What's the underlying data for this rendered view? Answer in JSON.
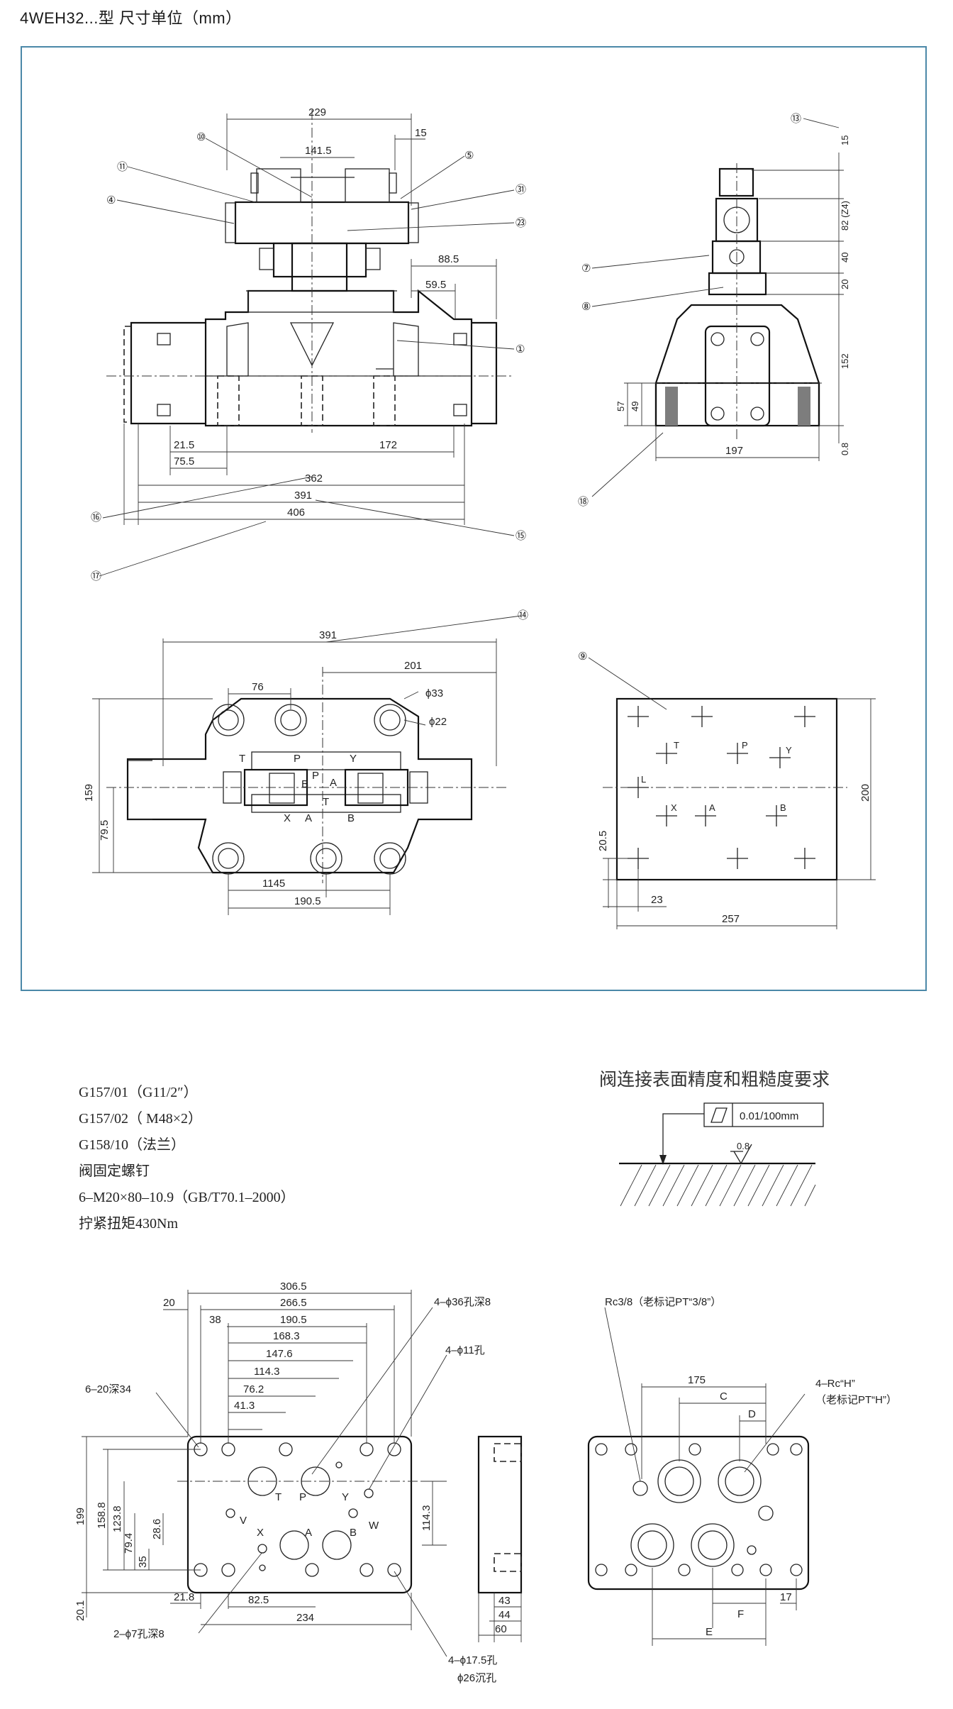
{
  "header": {
    "title": "4WEH32...型     尺寸单位（mm）"
  },
  "top_view": {
    "dims": [
      "229",
      "141.5",
      "15",
      "88.5",
      "59.5",
      "21.5",
      "75.5",
      "172",
      "362",
      "391",
      "406"
    ],
    "callouts": [
      "⑩",
      "⑪",
      "④",
      "⑤",
      "㉛",
      "㉓",
      "①",
      "⑯",
      "⑮",
      "⑰"
    ]
  },
  "side_view": {
    "dims": [
      "15",
      "82 (Z4)",
      "40",
      "20",
      "152",
      "57",
      "49",
      "197",
      "0.8"
    ],
    "callouts": [
      "⑬",
      "⑦",
      "⑧",
      "⑱"
    ]
  },
  "plan_view": {
    "dims": [
      "391",
      "201",
      "76",
      "ϕ33",
      "ϕ22",
      "159",
      "79.5",
      "1145",
      "190.5"
    ],
    "ports": [
      "T",
      "P",
      "P",
      "A",
      "B",
      "T",
      "X",
      "A",
      "B",
      "Y"
    ],
    "callouts": [
      "⑭"
    ]
  },
  "mount_face": {
    "dims": [
      "200",
      "20.5",
      "23",
      "257"
    ],
    "labels": [
      "T",
      "P",
      "Y",
      "L",
      "X",
      "A",
      "B"
    ],
    "callouts": [
      "⑨"
    ]
  },
  "notes": {
    "lines": [
      "G157/01（G11/2″）",
      "G157/02（ M48×2）",
      "G158/10（法兰）",
      "阀固定螺钉",
      "6–M20×80–10.9（GB/T70.1–2000）",
      "拧紧扭矩430Nm"
    ]
  },
  "surface_req": {
    "title": "阀连接表面精度和粗糙度要求",
    "flatness": "0.01/100mm",
    "roughness": "0.8"
  },
  "subplate": {
    "top_dims": [
      "306.5",
      "266.5",
      "190.5",
      "168.3",
      "147.6",
      "114.3",
      "76.2",
      "41.3",
      "20",
      "38"
    ],
    "labels": [
      "4–ϕ36孔深8",
      "4–ϕ11孔",
      "6–20深34",
      "2–ϕ7孔深8",
      "4–ϕ17.5孔",
      "ϕ26沉孔"
    ],
    "left_dims": [
      "199",
      "158.8",
      "123.8",
      "79.4",
      "35",
      "28.6",
      "20.1",
      "21.8",
      "82.5",
      "234",
      "114.3"
    ],
    "ports": [
      "T",
      "P",
      "Y",
      "V",
      "X",
      "A",
      "B",
      "W"
    ],
    "side_dims": [
      "43",
      "44",
      "60"
    ]
  },
  "subplate2": {
    "labels": [
      "Rc3/8（老标记PT“3/8”）",
      "4–Rc“H”",
      "（老标记PT“H”）"
    ],
    "dims": [
      "175",
      "C",
      "D",
      "17",
      "F",
      "E"
    ]
  }
}
